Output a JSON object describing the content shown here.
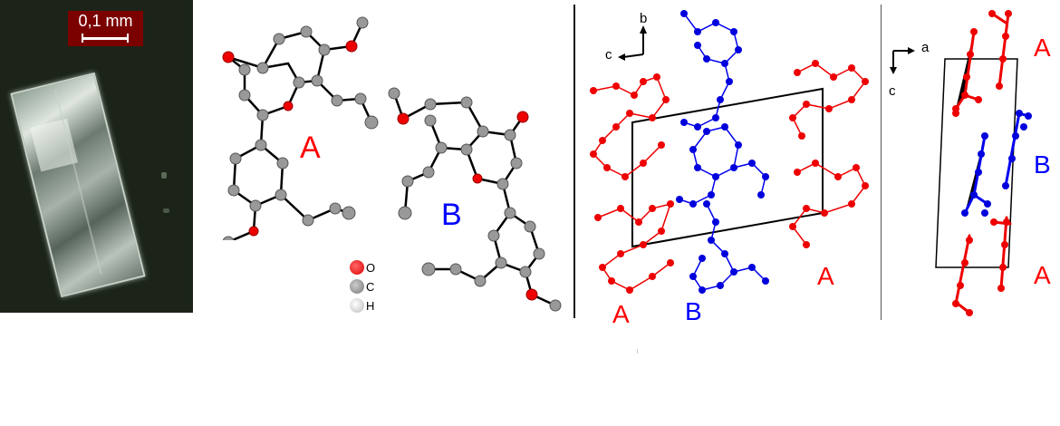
{
  "figure": {
    "photo_panel": {
      "scale_bar_label": "0,1 mm",
      "scale_bar_color": "#7b0000",
      "background_color": "#1c2419"
    },
    "molecule_panel": {
      "molecule_labels": [
        {
          "text": "A",
          "color": "#ff0000"
        },
        {
          "text": "B",
          "color": "#0000ff"
        }
      ],
      "legend": [
        {
          "symbol": "O",
          "color": "#ee0000",
          "icon": "oxygen-atom-icon"
        },
        {
          "symbol": "C",
          "color": "#888888",
          "icon": "carbon-atom-icon"
        },
        {
          "symbol": "H",
          "color": "#dddddd",
          "icon": "hydrogen-atom-icon"
        }
      ]
    },
    "packing_bc_panel": {
      "axes": {
        "vertical": "b",
        "horizontal": "c"
      },
      "labels": [
        {
          "text": "A",
          "color": "#ff0000",
          "position": "bottom-left"
        },
        {
          "text": "B",
          "color": "#0000ff",
          "position": "bottom-center"
        },
        {
          "text": "A",
          "color": "#ff0000",
          "position": "bottom-right"
        }
      ]
    },
    "packing_ac_panel": {
      "axes": {
        "horizontal": "a",
        "vertical": "c"
      },
      "labels": [
        {
          "text": "A",
          "color": "#ff0000",
          "position": "top"
        },
        {
          "text": "B",
          "color": "#0000ff",
          "position": "middle"
        },
        {
          "text": "A",
          "color": "#ff0000",
          "position": "bottom"
        }
      ]
    }
  }
}
